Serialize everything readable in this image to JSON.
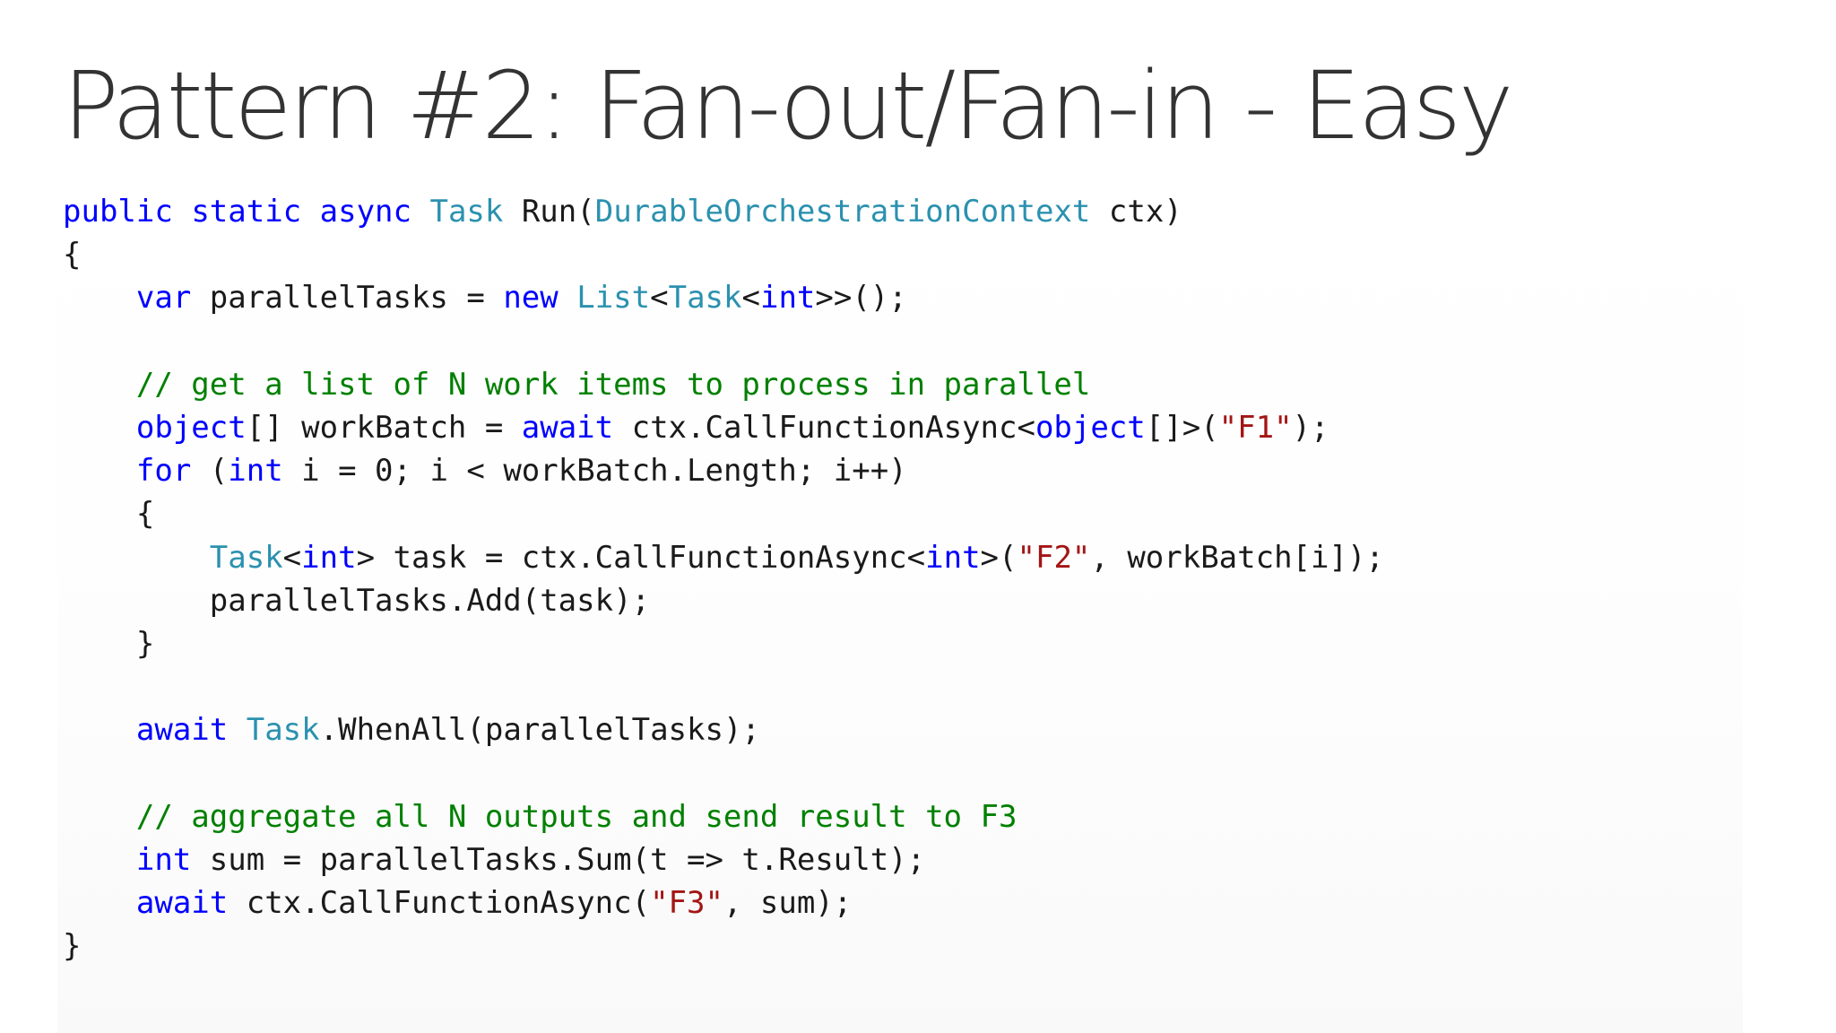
{
  "title": "Pattern #2: Fan-out/Fan-in - Easy",
  "colors": {
    "title": "#333333",
    "plain": "#1a1a1a",
    "keyword": "#0000ff",
    "type": "#2b91af",
    "comment": "#008000",
    "string": "#a31515"
  },
  "code": {
    "language": "C#",
    "lines": [
      [
        {
          "k": "keyword",
          "t": "public"
        },
        {
          "k": "plain",
          "t": " "
        },
        {
          "k": "keyword",
          "t": "static"
        },
        {
          "k": "plain",
          "t": " "
        },
        {
          "k": "keyword",
          "t": "async"
        },
        {
          "k": "plain",
          "t": " "
        },
        {
          "k": "type",
          "t": "Task"
        },
        {
          "k": "plain",
          "t": " Run("
        },
        {
          "k": "type",
          "t": "DurableOrchestrationContext"
        },
        {
          "k": "plain",
          "t": " ctx)"
        }
      ],
      [
        {
          "k": "plain",
          "t": "{"
        }
      ],
      [
        {
          "k": "plain",
          "t": "    "
        },
        {
          "k": "keyword",
          "t": "var"
        },
        {
          "k": "plain",
          "t": " parallelTasks = "
        },
        {
          "k": "keyword",
          "t": "new"
        },
        {
          "k": "plain",
          "t": " "
        },
        {
          "k": "type",
          "t": "List"
        },
        {
          "k": "plain",
          "t": "<"
        },
        {
          "k": "type",
          "t": "Task"
        },
        {
          "k": "plain",
          "t": "<"
        },
        {
          "k": "keyword",
          "t": "int"
        },
        {
          "k": "plain",
          "t": ">>();"
        }
      ],
      [],
      [
        {
          "k": "plain",
          "t": "    "
        },
        {
          "k": "comment",
          "t": "// get a list of N work items to process in parallel"
        }
      ],
      [
        {
          "k": "plain",
          "t": "    "
        },
        {
          "k": "keyword",
          "t": "object"
        },
        {
          "k": "plain",
          "t": "[] workBatch = "
        },
        {
          "k": "keyword",
          "t": "await"
        },
        {
          "k": "plain",
          "t": " ctx.CallFunctionAsync<"
        },
        {
          "k": "keyword",
          "t": "object"
        },
        {
          "k": "plain",
          "t": "[]>("
        },
        {
          "k": "string",
          "t": "\"F1\""
        },
        {
          "k": "plain",
          "t": ");"
        }
      ],
      [
        {
          "k": "plain",
          "t": "    "
        },
        {
          "k": "keyword",
          "t": "for"
        },
        {
          "k": "plain",
          "t": " ("
        },
        {
          "k": "keyword",
          "t": "int"
        },
        {
          "k": "plain",
          "t": " i = 0; i < workBatch.Length; i++)"
        }
      ],
      [
        {
          "k": "plain",
          "t": "    {"
        }
      ],
      [
        {
          "k": "plain",
          "t": "        "
        },
        {
          "k": "type",
          "t": "Task"
        },
        {
          "k": "plain",
          "t": "<"
        },
        {
          "k": "keyword",
          "t": "int"
        },
        {
          "k": "plain",
          "t": "> task = ctx.CallFunctionAsync<"
        },
        {
          "k": "keyword",
          "t": "int"
        },
        {
          "k": "plain",
          "t": ">("
        },
        {
          "k": "string",
          "t": "\"F2\""
        },
        {
          "k": "plain",
          "t": ", workBatch[i]);"
        }
      ],
      [
        {
          "k": "plain",
          "t": "        parallelTasks.Add(task);"
        }
      ],
      [
        {
          "k": "plain",
          "t": "    }"
        }
      ],
      [],
      [
        {
          "k": "plain",
          "t": "    "
        },
        {
          "k": "keyword",
          "t": "await"
        },
        {
          "k": "plain",
          "t": " "
        },
        {
          "k": "type",
          "t": "Task"
        },
        {
          "k": "plain",
          "t": ".WhenAll(parallelTasks);"
        }
      ],
      [],
      [
        {
          "k": "plain",
          "t": "    "
        },
        {
          "k": "comment",
          "t": "// aggregate all N outputs and send result to F3"
        }
      ],
      [
        {
          "k": "plain",
          "t": "    "
        },
        {
          "k": "keyword",
          "t": "int"
        },
        {
          "k": "plain",
          "t": " sum = parallelTasks.Sum(t => t.Result);"
        }
      ],
      [
        {
          "k": "plain",
          "t": "    "
        },
        {
          "k": "keyword",
          "t": "await"
        },
        {
          "k": "plain",
          "t": " ctx.CallFunctionAsync("
        },
        {
          "k": "string",
          "t": "\"F3\""
        },
        {
          "k": "plain",
          "t": ", sum);"
        }
      ],
      [
        {
          "k": "plain",
          "t": "}"
        }
      ]
    ]
  }
}
